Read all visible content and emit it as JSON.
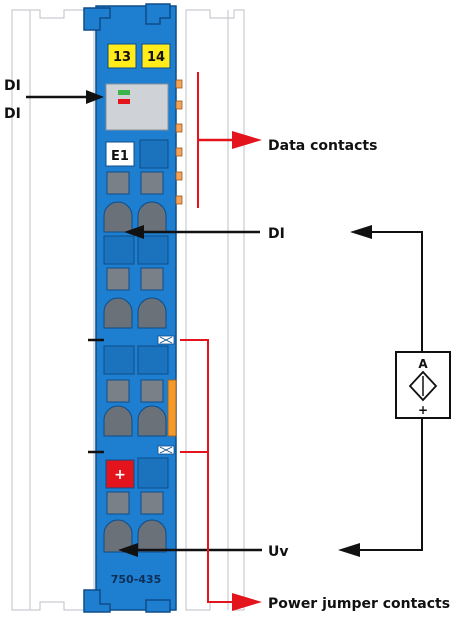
{
  "module": {
    "terminal_labels": [
      "13",
      "14"
    ],
    "channel_label": "E1",
    "part_number": "750-435",
    "power_symbol": "+"
  },
  "annotations": {
    "di_status_line1": "DI",
    "di_status_line2": "DI",
    "data_contacts": "Data contacts",
    "di_input": "DI",
    "uv": "Uv",
    "power_jumper_contacts": "Power jumper contacts"
  },
  "sensor": {
    "top_label": "A",
    "bottom_label": "+"
  },
  "colors": {
    "module_blue": "#1e7fd0",
    "module_dark": "#0e4d8a",
    "terminal_yellow": "#ffec1a",
    "arrow_red": "#e3141c",
    "contact_orange": "#f39a2b",
    "led_green": "#3cb44a",
    "led_red": "#e3141c"
  }
}
